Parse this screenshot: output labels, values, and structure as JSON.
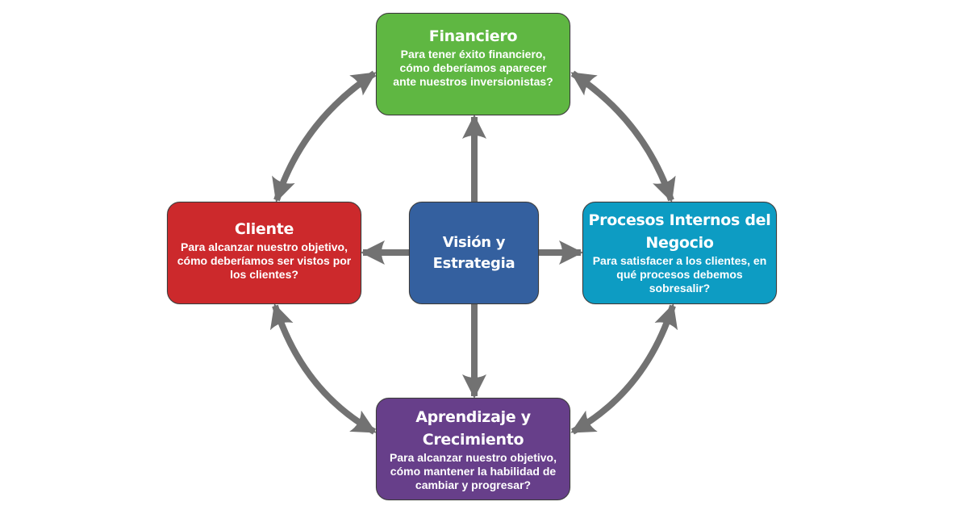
{
  "diagram": {
    "center": {
      "title": "Visión y Estrategia",
      "color": "#34609f"
    },
    "perspectives": {
      "financiero": {
        "title": "Financiero",
        "description": "Para tener éxito financiero, cómo deberíamos aparecer ante nuestros inversionistas?",
        "color": "#5fb742"
      },
      "cliente": {
        "title": "Cliente",
        "description": "Para alcanzar nuestro objetivo, cómo deberíamos ser vistos por los clientes?",
        "color": "#cc292c"
      },
      "procesos": {
        "title": "Procesos Internos del Negocio",
        "description": "Para satisfacer a los clientes, en qué procesos debemos sobresalir?",
        "color": "#0d9cc3"
      },
      "aprendizaje": {
        "title": "Aprendizaje y Crecimiento",
        "description": "Para alcanzar nuestro objetivo, cómo mantener la habilidad de cambiar y progresar?",
        "color": "#673f8a"
      }
    },
    "arrow_color": "#727272",
    "connections": [
      {
        "from": "vision",
        "to": "financiero",
        "type": "one-way"
      },
      {
        "from": "vision",
        "to": "cliente",
        "type": "one-way"
      },
      {
        "from": "vision",
        "to": "procesos",
        "type": "one-way"
      },
      {
        "from": "vision",
        "to": "aprendizaje",
        "type": "one-way"
      },
      {
        "from": "financiero",
        "to": "cliente",
        "type": "two-way"
      },
      {
        "from": "financiero",
        "to": "procesos",
        "type": "two-way"
      },
      {
        "from": "cliente",
        "to": "aprendizaje",
        "type": "two-way"
      },
      {
        "from": "procesos",
        "to": "aprendizaje",
        "type": "two-way"
      }
    ]
  }
}
